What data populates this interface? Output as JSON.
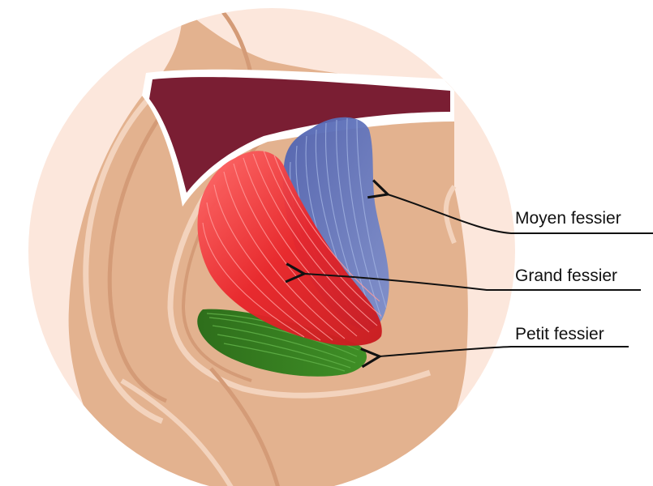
{
  "labels": {
    "moyen": "Moyen fessier",
    "grand": "Grand fessier",
    "petit": "Petit fessier"
  },
  "colors": {
    "background_circle": "#fce7dc",
    "skin": "#e3b28f",
    "skin_shadow": "#d49b77",
    "skin_outline": "#f3d3bd",
    "underwear": "#7a1e33",
    "muscle_grand": "#e8252a",
    "muscle_moyen": "#5b73b8",
    "muscle_petit": "#2f7d1e",
    "leader_line": "#111111"
  }
}
